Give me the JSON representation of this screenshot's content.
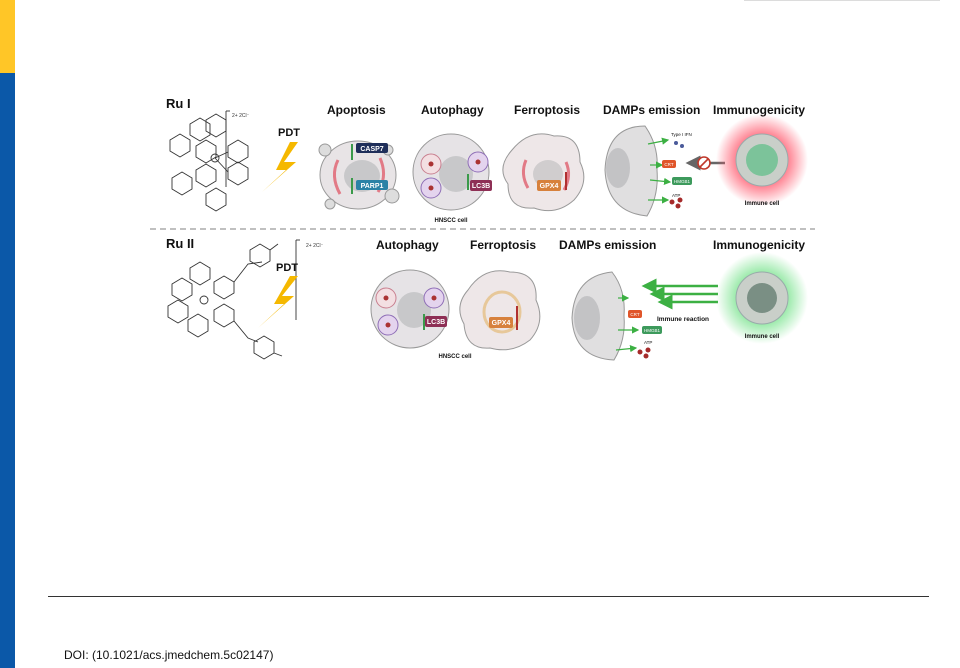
{
  "doi": "DOI: (10.1021/acs.jmedchem.5c02147)",
  "rows": [
    {
      "compound": "Ru I",
      "charge": "2+ 2Cl⁻",
      "pdt": "PDT",
      "headers": [
        "Apoptosis",
        "Autophagy",
        "Ferroptosis",
        "DAMPs emission",
        "Immunogenicity"
      ],
      "markers": {
        "casp7": "CASP7",
        "parp1": "PARP1",
        "lc3b": "LC3B",
        "gpx4": "GPX4"
      },
      "cell_label": "HNSCC cell",
      "damps": {
        "ifn": "Type I IFN",
        "crt": "CRT",
        "hmgb1": "HMGB1",
        "atp": "ATP"
      },
      "immune_cell": "Immune cell"
    },
    {
      "compound": "Ru II",
      "charge": "2+ 2Cl⁻",
      "pdt": "PDT",
      "headers": [
        "Autophagy",
        "Ferroptosis",
        "DAMPs emission",
        "Immunogenicity"
      ],
      "markers": {
        "lc3b": "LC3B",
        "gpx4": "GPX4"
      },
      "cell_label": "HNSCC cell",
      "damps": {
        "crt": "CRT",
        "hmgb1": "HMGB1",
        "atp": "ATP"
      },
      "immune_reaction": "Immune reaction",
      "immune_cell": "Immune cell"
    }
  ],
  "colors": {
    "yellow": "#ffc627",
    "blue": "#0b58a8",
    "bolt": "#f5b800",
    "crt": "#e0552a",
    "hmgb1": "#3d9a5c",
    "red_glow": "#ff5a6e",
    "green_glow": "#7be38f",
    "arrow_green": "#3cb043"
  }
}
